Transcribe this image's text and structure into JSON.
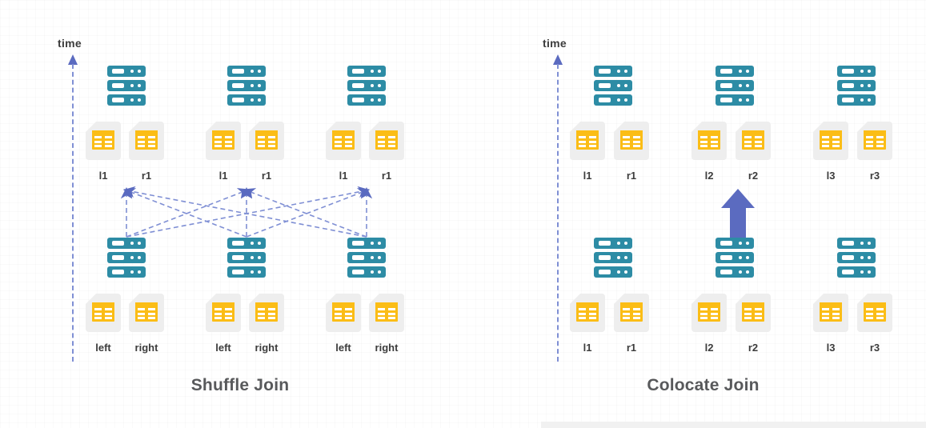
{
  "figure": {
    "background_color": "#ffffff",
    "palette": {
      "server_teal": "#2d8ca5",
      "table_yellow": "#fbbd16",
      "page_gray": "#eeeeee",
      "arrow_blue": "#5b6bc0",
      "dashed_blue": "#7f8fd4",
      "title_gray": "#58595b",
      "label_gray": "#3c3c3c"
    }
  },
  "panels": [
    {
      "id": "shuffle",
      "title": "Shuffle Join",
      "time_axis_label": "time",
      "top_row": {
        "nodes": [
          {
            "server": "server-icon",
            "tables": [
              {
                "label": "l1"
              },
              {
                "label": "r1"
              }
            ]
          },
          {
            "server": "server-icon",
            "tables": [
              {
                "label": "l1"
              },
              {
                "label": "r1"
              }
            ]
          },
          {
            "server": "server-icon",
            "tables": [
              {
                "label": "l1"
              },
              {
                "label": "r1"
              }
            ]
          }
        ]
      },
      "bottom_row": {
        "nodes": [
          {
            "server": "server-icon",
            "tables": [
              {
                "label": "left"
              },
              {
                "label": "right"
              }
            ]
          },
          {
            "server": "server-icon",
            "tables": [
              {
                "label": "left"
              },
              {
                "label": "right"
              }
            ]
          },
          {
            "server": "server-icon",
            "tables": [
              {
                "label": "left"
              },
              {
                "label": "right"
              }
            ]
          }
        ]
      },
      "connector": {
        "style": "dashed",
        "icon": "shuffle-arrows-icon",
        "count": 9,
        "description": "all-to-all dashed arrows from each bottom server to each top node"
      }
    },
    {
      "id": "colocate",
      "title": "Colocate Join",
      "time_axis_label": "time",
      "top_row": {
        "nodes": [
          {
            "server": "server-icon",
            "tables": [
              {
                "label": "l1"
              },
              {
                "label": "r1"
              }
            ]
          },
          {
            "server": "server-icon",
            "tables": [
              {
                "label": "l2"
              },
              {
                "label": "r2"
              }
            ]
          },
          {
            "server": "server-icon",
            "tables": [
              {
                "label": "l3"
              },
              {
                "label": "r3"
              }
            ]
          }
        ]
      },
      "bottom_row": {
        "nodes": [
          {
            "server": "server-icon",
            "tables": [
              {
                "label": "l1"
              },
              {
                "label": "r1"
              }
            ]
          },
          {
            "server": "server-icon",
            "tables": [
              {
                "label": "l2"
              },
              {
                "label": "r2"
              }
            ]
          },
          {
            "server": "server-icon",
            "tables": [
              {
                "label": "l3"
              },
              {
                "label": "r3"
              }
            ]
          }
        ]
      },
      "connector": {
        "style": "solid",
        "icon": "up-arrow-icon",
        "count": 1,
        "description": "single thick solid upward arrow in the middle column"
      }
    }
  ]
}
